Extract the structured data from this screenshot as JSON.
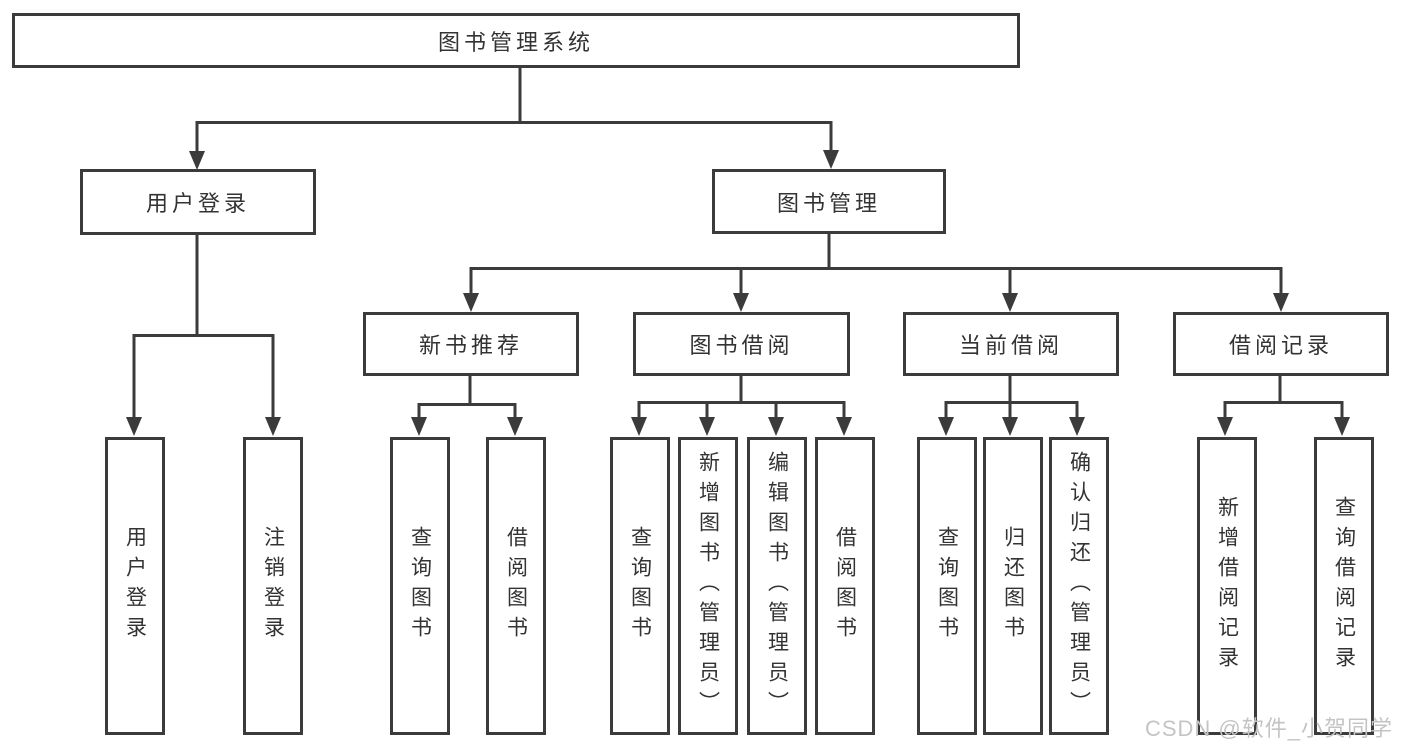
{
  "diagram": {
    "type": "hierarchy-tree",
    "colors": {
      "line": "#3b3b3b",
      "box_border": "#3b3b3b",
      "box_fill": "#ffffff",
      "text": "#333333",
      "watermark": "#c4c4c4",
      "background": "#ffffff"
    },
    "tree": {
      "root": {
        "label": "图书管理系统"
      },
      "user": {
        "label": "用户登录",
        "leaves": [
          {
            "label": "用户登录"
          },
          {
            "label": "注销登录"
          }
        ]
      },
      "mgmt": {
        "label": "图书管理",
        "groups": [
          {
            "label": "新书推荐",
            "leaves": [
              {
                "label": "查询图书"
              },
              {
                "label": "借阅图书"
              }
            ]
          },
          {
            "label": "图书借阅",
            "leaves": [
              {
                "label": "查询图书"
              },
              {
                "label": "新增图书（管理员）"
              },
              {
                "label": "编辑图书（管理员）"
              },
              {
                "label": "借阅图书"
              }
            ]
          },
          {
            "label": "当前借阅",
            "leaves": [
              {
                "label": "查询图书"
              },
              {
                "label": "归还图书"
              },
              {
                "label": "确认归还（管理员）"
              }
            ]
          },
          {
            "label": "借阅记录",
            "leaves": [
              {
                "label": "新增借阅记录"
              },
              {
                "label": "查询借阅记录"
              }
            ]
          }
        ]
      }
    }
  },
  "watermark": {
    "text": "CSDN @软件_小贺同学"
  }
}
